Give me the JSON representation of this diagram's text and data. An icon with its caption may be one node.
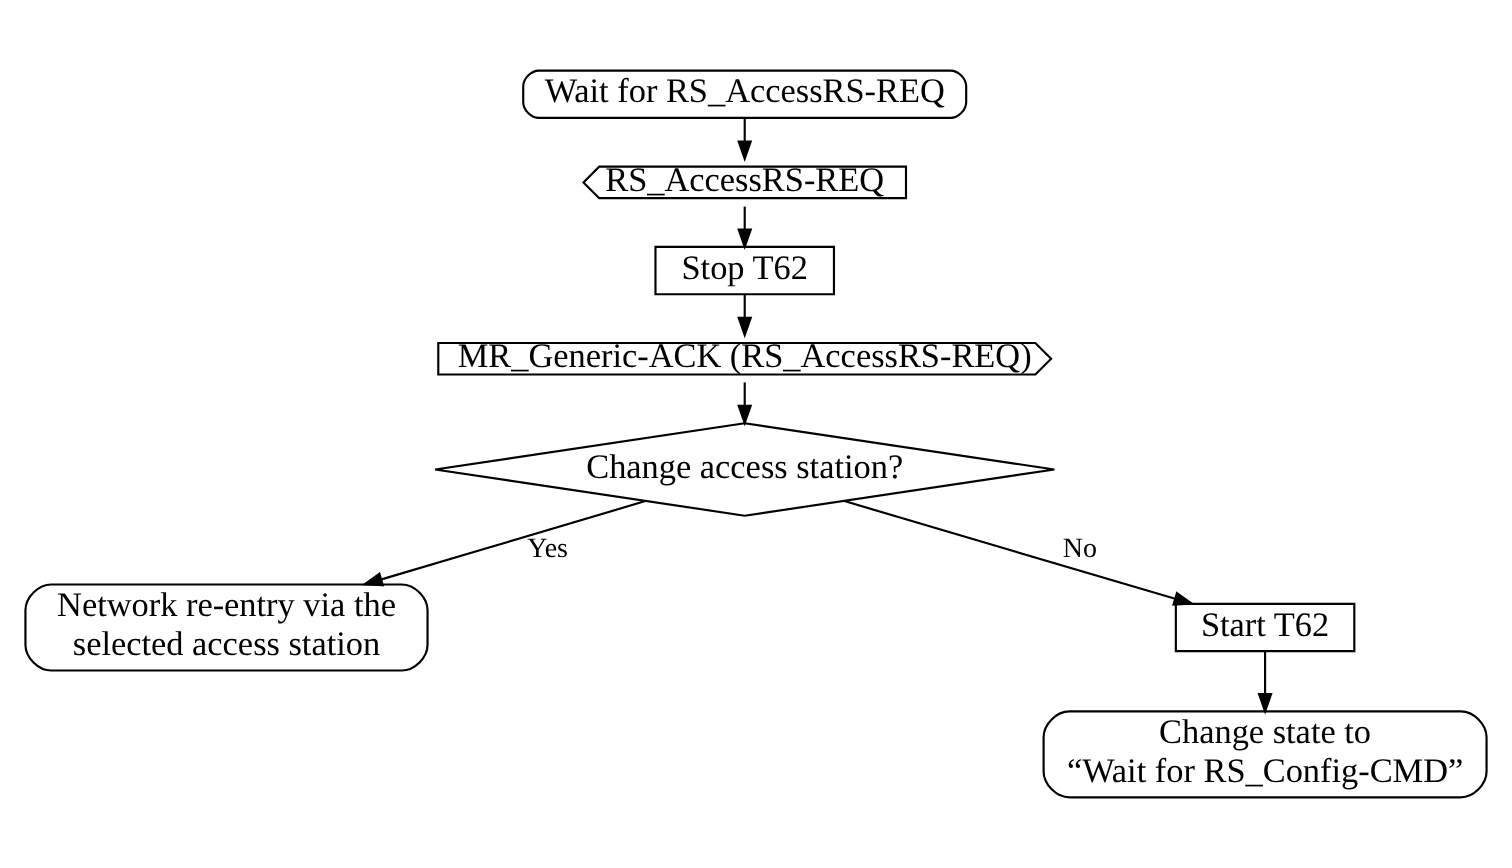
{
  "diagram": {
    "nodes": [
      {
        "text": [
          "Wait for RS_AccessRS-REQ"
        ]
      },
      {
        "text": [
          "RS_AccessRS-REQ"
        ]
      },
      {
        "text": [
          "Stop T62"
        ]
      },
      {
        "text": [
          "MR_Generic-ACK (RS_AccessRS-REQ)"
        ]
      },
      {
        "text": [
          "Change access station?"
        ]
      },
      {
        "text": [
          "Start T62"
        ]
      },
      {
        "text": [
          "Network re-entry via the selected access station"
        ]
      },
      {
        "text": [
          "Change state to “Wait for RS_Config-CMD”"
        ]
      }
    ],
    "edges": [
      {
        "from": 0,
        "to": 1,
        "arrow": "to"
      },
      {
        "from": 1,
        "to": 2,
        "arrow": "to"
      },
      {
        "from": 2,
        "to": 3,
        "arrow": "to"
      },
      {
        "from": 3,
        "to": 4,
        "arrow": "to"
      },
      {
        "from": 4,
        "to": 6,
        "arrow": "to",
        "label": "Yes"
      },
      {
        "from": 4,
        "to": 5,
        "arrow": "to",
        "label": "No"
      },
      {
        "from": 5,
        "to": 7,
        "arrow": "to"
      }
    ]
  }
}
